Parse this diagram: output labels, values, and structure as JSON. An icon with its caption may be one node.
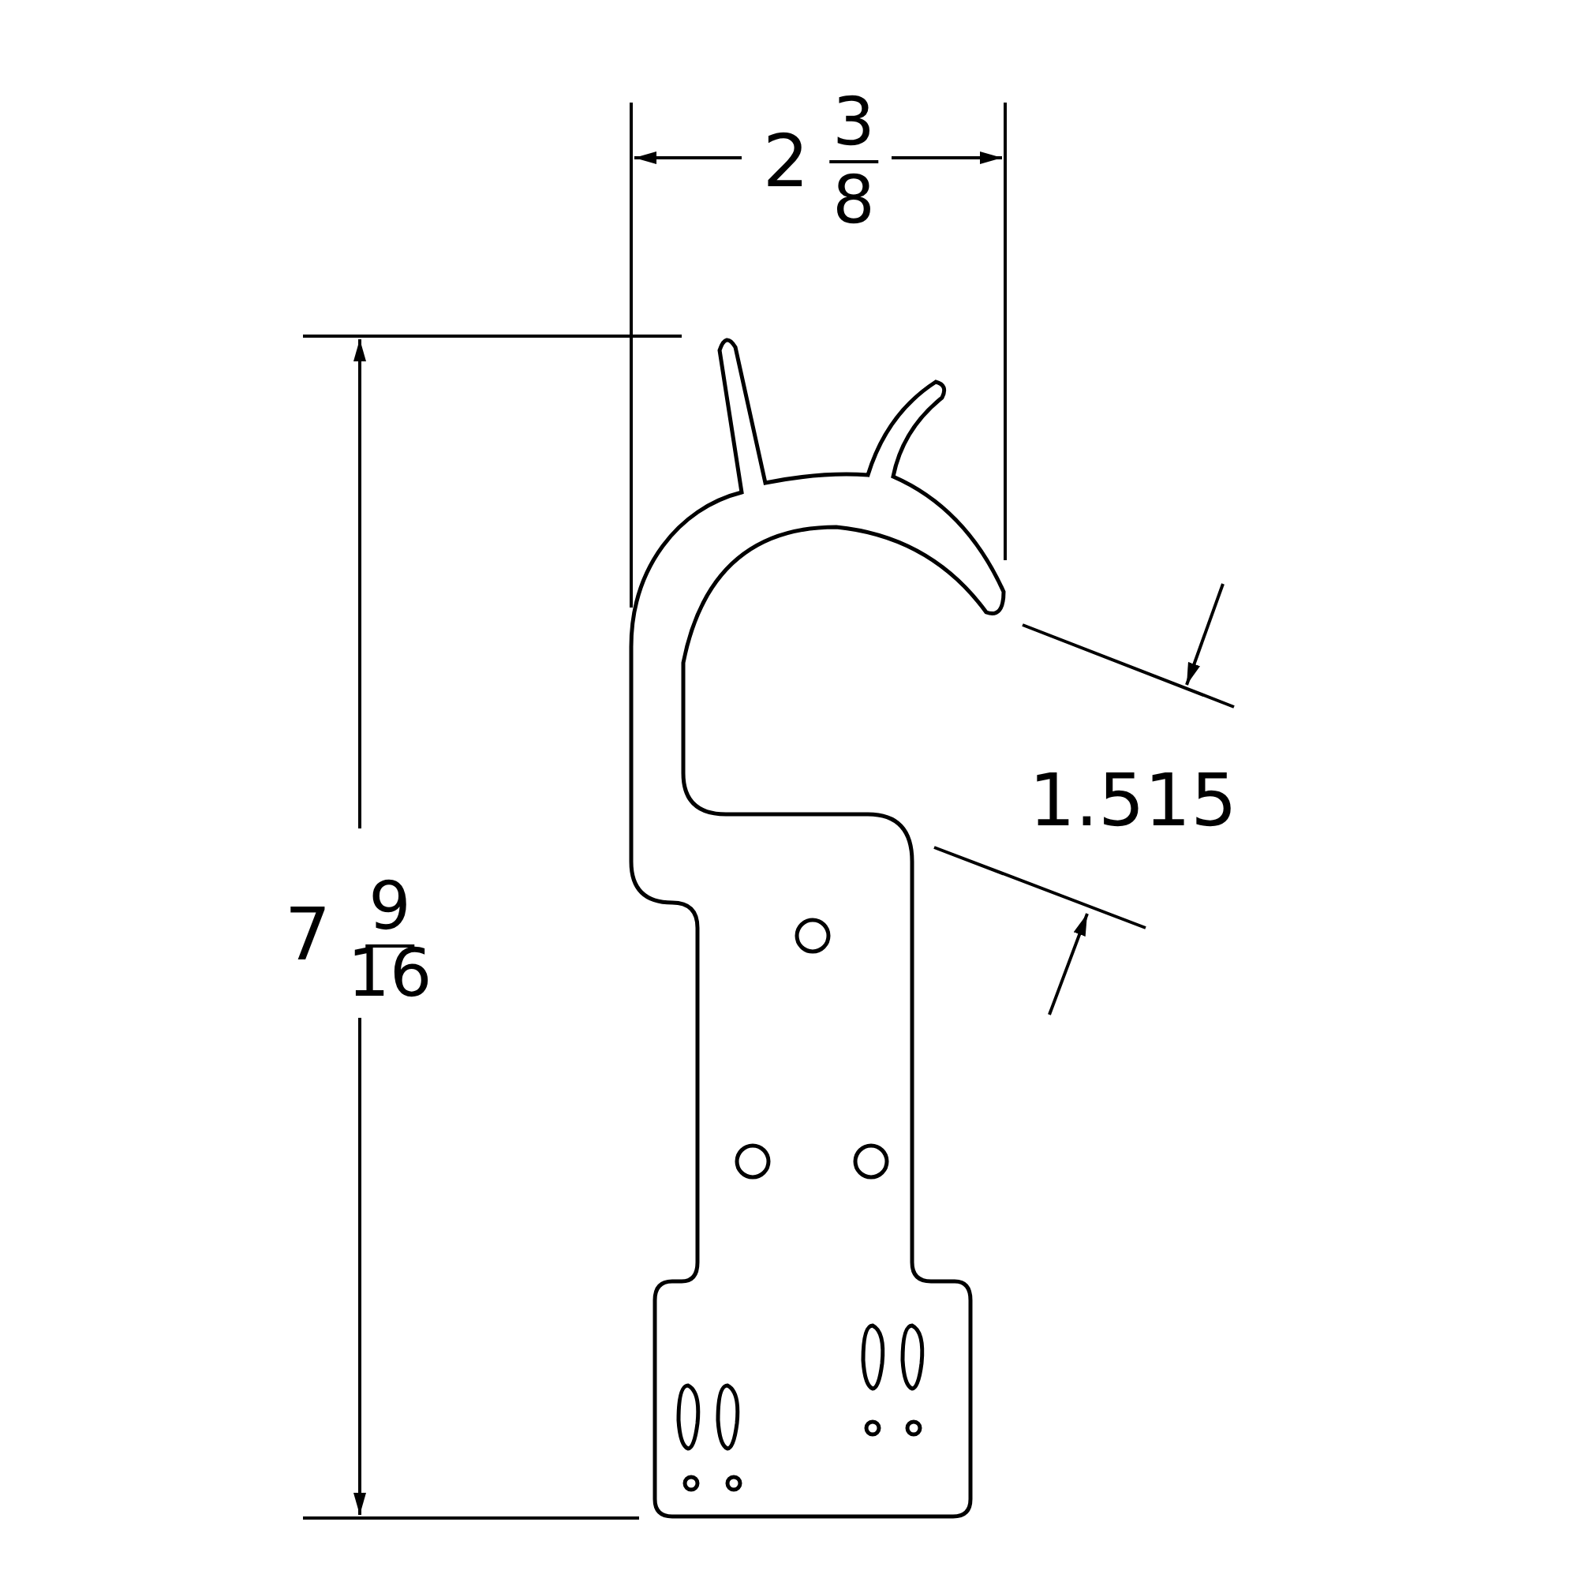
{
  "diagram": {
    "labels": [
      "2",
      "3",
      "8",
      "1.515",
      "7",
      "9",
      "16"
    ]
  }
}
